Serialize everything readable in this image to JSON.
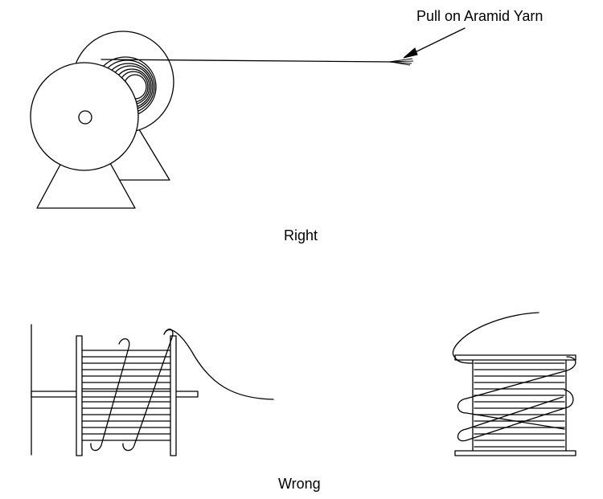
{
  "labels": {
    "pull": "Pull on Aramid Yarn",
    "right": "Right",
    "wrong": "Wrong"
  },
  "colors": {
    "ink": "#000000",
    "background": "#ffffff"
  }
}
